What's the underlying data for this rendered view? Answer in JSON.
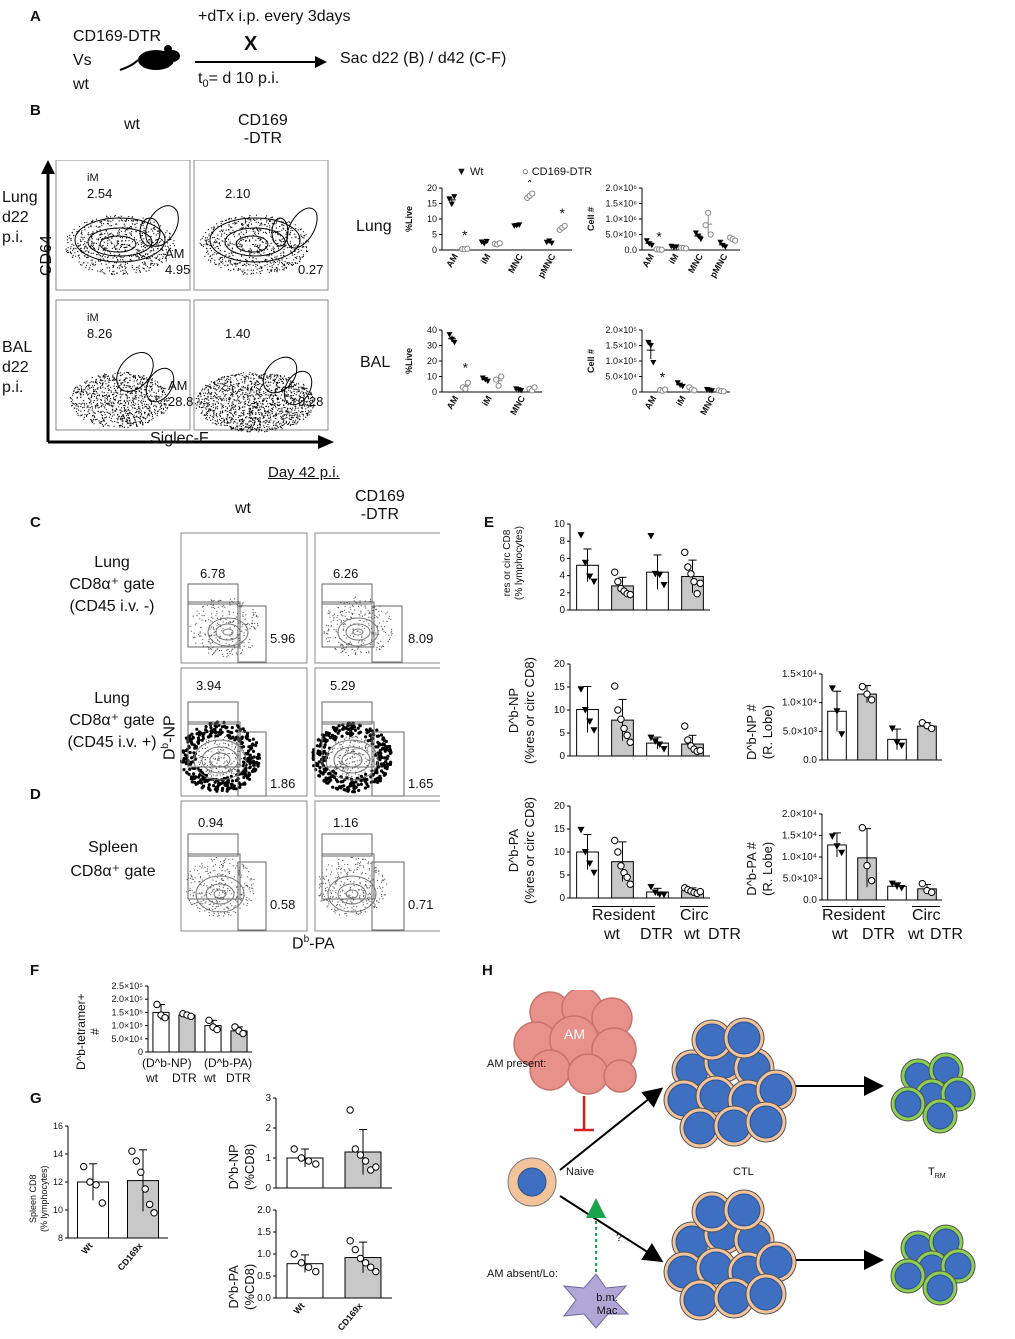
{
  "panels": {
    "A": {
      "letter": "A",
      "groups": [
        "CD169-DTR",
        "Vs",
        "wt"
      ],
      "treatment": "+dTx i.p. every 3days",
      "x_mark": "X",
      "t0_prefix": "t",
      "t0_sub": "0",
      "t0_rest": "= d 10 p.i.",
      "sac": "Sac d22 (B) / d42 (C-F)"
    },
    "B": {
      "letter": "B",
      "col_wt": "wt",
      "col_dtr_1": "CD169",
      "col_dtr_2": "-DTR",
      "row1": [
        "Lung",
        "d22",
        "p.i."
      ],
      "row2": [
        "BAL",
        "d22",
        "p.i."
      ],
      "y_axis": "CD64",
      "x_axis": "Siglec-F",
      "gate_iM": "iM",
      "gate_AM": "AM",
      "lung_wt_iM": "2.54",
      "lung_wt_AM": "4.95",
      "lung_dtr_iM": "2.10",
      "lung_dtr_AM": "0.27",
      "bal_wt_iM": "8.26",
      "bal_wt_AM": "28.8",
      "bal_dtr_iM": "1.40",
      "bal_dtr_AM": "0.28",
      "tissue_lung": "Lung",
      "tissue_bal": "BAL",
      "legend_wt": "Wt",
      "legend_dtr": "CD169-DTR",
      "ylabel_pct": "%Live",
      "ylabel_cell": "Cell #",
      "star": "*"
    },
    "C": {
      "letter": "C",
      "title": "Day 42 p.i.",
      "col_wt": "wt",
      "col_dtr_1": "CD169",
      "col_dtr_2": "-DTR",
      "row1": [
        "Lung",
        "CD8α⁺ gate",
        "(CD45 i.v. -)"
      ],
      "row2": [
        "Lung",
        "CD8α⁺ gate",
        "(CD45 i.v. +)"
      ],
      "y_axis_base": "D",
      "y_axis_sup": "b",
      "y_axis_rest": "-NP",
      "r1_wt_np": "6.78",
      "r1_wt_pa": "5.96",
      "r1_dtr_np": "6.26",
      "r1_dtr_pa": "8.09",
      "r2_wt_np": "3.94",
      "r2_wt_pa": "1.86",
      "r2_dtr_np": "5.29",
      "r2_dtr_pa": "1.65"
    },
    "D": {
      "letter": "D",
      "row": [
        "Spleen",
        "CD8α⁺ gate"
      ],
      "wt_np": "0.94",
      "wt_pa": "0.58",
      "dtr_np": "1.16",
      "dtr_pa": "0.71",
      "x_axis_base": "D",
      "x_axis_sup": "b",
      "x_axis_rest": "-PA"
    },
    "E": {
      "letter": "E",
      "top_ylabel_1": "res or circ CD8",
      "top_ylabel_2": "(% lymphocytes)",
      "np_ylabel_1": "D^b-NP",
      "np_ylabel_2": "(%res or circ CD8)",
      "pa_ylabel_1": "D^b-PA",
      "pa_ylabel_2": "(%res or circ CD8)",
      "npc_ylabel_1": "D^b-NP #",
      "npc_ylabel_2": "(R. Lobe)",
      "pac_ylabel_1": "D^b-PA #",
      "pac_ylabel_2": "(R. Lobe)",
      "grp_resident": "Resident",
      "grp_circ": "Circ",
      "lab_wt": "wt",
      "lab_dtr": "DTR"
    },
    "F": {
      "letter": "F",
      "ylabel_1": "D^b-tetramer+",
      "ylabel_2": "#",
      "grp_np": "(D^b-NP)",
      "grp_pa": "(D^b-PA)",
      "lab_wt": "wt",
      "lab_dtr": "DTR"
    },
    "G": {
      "letter": "G",
      "left_ylabel_1": "Spleen CD8",
      "left_ylabel_2": "(% lymphocytes)",
      "np_ylabel_1": "D^b-NP",
      "np_ylabel_2": "(%CD8)",
      "pa_ylabel_1": "D^b-PA",
      "pa_ylabel_2": "(%CD8)",
      "x_wt": "Wt",
      "x_ko": "CD169x"
    },
    "H": {
      "letter": "H",
      "am_present": "AM present:",
      "am_absent": "AM absent/Lo:",
      "am_cluster": "AM",
      "naive": "Naive",
      "ctl": "CTL",
      "trm_base": "T",
      "trm_sub": "RM",
      "bm_mac_1": "b.m.",
      "bm_mac_2": "Mac",
      "question": "?"
    }
  },
  "chart_data": [
    {
      "type": "scatter",
      "panel": "B-lung-pct",
      "ylabel": "%Live",
      "ylim": [
        0,
        20
      ],
      "yticks": [
        "0",
        "5",
        "10",
        "15",
        "20"
      ],
      "categories": [
        "AM",
        "iM",
        "MNC",
        "pMNC"
      ],
      "series": [
        {
          "name": "Wt",
          "values": [
            [
              16.5,
              14.8,
              17.2
            ],
            [
              2.6,
              2.1,
              2.8
            ],
            [
              7.8,
              7.9,
              8.1
            ],
            [
              2.5,
              2.9,
              2.2
            ]
          ]
        },
        {
          "name": "CD169-DTR",
          "values": [
            [
              0.3,
              0.25,
              0.4
            ],
            [
              2.0,
              1.8,
              2.2
            ],
            [
              16.8,
              17.5,
              18.2
            ],
            [
              6.5,
              7.2,
              7.8
            ]
          ]
        }
      ]
    },
    {
      "type": "scatter",
      "panel": "B-lung-cell",
      "ylabel": "Cell #",
      "ylim": [
        0,
        2000000
      ],
      "yticks": [
        "0.0",
        "5.0×10⁵",
        "1.0×10⁶",
        "1.5×10⁶",
        "2.0×10⁶"
      ],
      "categories": [
        "AM",
        "iM",
        "MNC",
        "pMNC"
      ],
      "series": [
        {
          "name": "Wt",
          "values": [
            [
              300000,
              200000,
              150000
            ],
            [
              120000,
              80000,
              100000
            ],
            [
              550000,
              450000,
              350000
            ],
            [
              250000,
              150000,
              100000
            ]
          ]
        },
        {
          "name": "CD169-DTR",
          "values": [
            [
              20000,
              15000,
              10000
            ],
            [
              70000,
              60000,
              50000
            ],
            [
              800000,
              1200000,
              500000
            ],
            [
              400000,
              350000,
              300000
            ]
          ]
        }
      ]
    },
    {
      "type": "scatter",
      "panel": "B-bal-pct",
      "ylabel": "%Live",
      "ylim": [
        0,
        40
      ],
      "yticks": [
        "0",
        "10",
        "20",
        "30",
        "40"
      ],
      "categories": [
        "AM",
        "iM",
        "MNC"
      ],
      "series": [
        {
          "name": "Wt",
          "values": [
            [
              37,
              34,
              32
            ],
            [
              9,
              8,
              7
            ],
            [
              2,
              1.5,
              1
            ]
          ]
        },
        {
          "name": "CD169-DTR",
          "values": [
            [
              3,
              2,
              6
            ],
            [
              8,
              4,
              10
            ],
            [
              2,
              1,
              3
            ]
          ]
        }
      ]
    },
    {
      "type": "scatter",
      "panel": "B-bal-cell",
      "ylabel": "Cell #",
      "ylim": [
        0,
        200000
      ],
      "yticks": [
        "0",
        "5.0×10⁴",
        "1.0×10⁵",
        "1.5×10⁵",
        "2.0×10⁵"
      ],
      "categories": [
        "AM",
        "iM",
        "MNC"
      ],
      "series": [
        {
          "name": "Wt",
          "values": [
            [
              160000,
              150000,
              95000
            ],
            [
              30000,
              22000,
              18000
            ],
            [
              8000,
              6000,
              4000
            ]
          ]
        },
        {
          "name": "CD169-DTR",
          "values": [
            [
              6000,
              4000,
              8000
            ],
            [
              15000,
              8000,
              5000
            ],
            [
              5000,
              3000,
              2000
            ]
          ]
        }
      ]
    },
    {
      "type": "bar",
      "panel": "E-top",
      "ylim": [
        0,
        10
      ],
      "yticks": [
        "0",
        "2",
        "4",
        "6",
        "8",
        "10"
      ],
      "categories": [
        "Resident wt",
        "Resident DTR",
        "Circ wt",
        "Circ DTR"
      ],
      "values": [
        5.2,
        2.8,
        4.4,
        3.9
      ],
      "errors": [
        1.9,
        1.0,
        2.0,
        1.9
      ],
      "points": [
        [
          8.7,
          5.5,
          3.9,
          3.3
        ],
        [
          4.4,
          3.3,
          2.5,
          2.2,
          1.9,
          1.8
        ],
        [
          8.6,
          4.2,
          4.1,
          2.9
        ],
        [
          6.7,
          5.0,
          4.2,
          3.3,
          1.9,
          3.1
        ]
      ]
    },
    {
      "type": "bar",
      "panel": "E-np-pct",
      "ylim": [
        0,
        20
      ],
      "yticks": [
        "0",
        "5",
        "10",
        "15",
        "20"
      ],
      "categories": [
        "Resident wt",
        "Resident DTR",
        "Circ wt",
        "Circ DTR"
      ],
      "values": [
        10.1,
        7.8,
        2.8,
        2.6
      ],
      "errors": [
        5.0,
        4.5,
        1.3,
        1.9
      ],
      "points": [
        [
          14.5,
          10.0,
          7.5,
          5.6
        ],
        [
          15.2,
          10.0,
          8.0,
          6.0,
          4.5,
          3.0
        ],
        [
          4.0,
          3.2,
          2.5,
          1.5
        ],
        [
          6.5,
          3.5,
          2.2,
          1.5,
          1.0,
          1.2
        ]
      ]
    },
    {
      "type": "bar",
      "panel": "E-np-cell",
      "ylim": [
        0,
        15000
      ],
      "yticks": [
        "0.0",
        "5.0×10³",
        "1.0×10⁴",
        "1.5×10⁴"
      ],
      "categories": [
        "Resident wt",
        "Resident DTR",
        "Circ wt",
        "Circ DTR"
      ],
      "values": [
        8500,
        11500,
        3600,
        5900
      ],
      "errors": [
        3500,
        1500,
        1800,
        600
      ],
      "points": [
        [
          12500,
          8500,
          4500
        ],
        [
          12800,
          11500,
          10500
        ],
        [
          5500,
          3000,
          2500
        ],
        [
          6500,
          6000,
          5500
        ]
      ]
    },
    {
      "type": "bar",
      "panel": "E-pa-pct",
      "ylim": [
        0,
        20
      ],
      "yticks": [
        "0",
        "5",
        "10",
        "15",
        "20"
      ],
      "categories": [
        "Resident wt",
        "Resident DTR",
        "Circ wt",
        "Circ DTR"
      ],
      "values": [
        10.0,
        7.9,
        1.3,
        1.6
      ],
      "errors": [
        3.8,
        4.3,
        0.8,
        0.6
      ],
      "points": [
        [
          14.8,
          10.0,
          7.5,
          5.5
        ],
        [
          12.5,
          10.0,
          7.0,
          5.5,
          4.5,
          3.0
        ],
        [
          2.4,
          1.2,
          0.8,
          0.7
        ],
        [
          2.2,
          1.8,
          1.5,
          1.2,
          1.0,
          1.4
        ]
      ]
    },
    {
      "type": "bar",
      "panel": "E-pa-cell",
      "ylim": [
        0,
        20000
      ],
      "yticks": [
        "0.0",
        "5.0×10³",
        "1.0×10⁴",
        "1.5×10⁴",
        "2.0×10⁴"
      ],
      "categories": [
        "Resident wt",
        "Resident DTR",
        "Circ wt",
        "Circ DTR"
      ],
      "values": [
        12800,
        9800,
        3200,
        2600
      ],
      "errors": [
        2800,
        6800,
        800,
        1000
      ],
      "points": [
        [
          14800,
          12500,
          11000
        ],
        [
          16800,
          8000,
          4500
        ],
        [
          3800,
          3200,
          2800
        ],
        [
          3800,
          2200,
          1800
        ]
      ]
    },
    {
      "type": "bar",
      "panel": "F",
      "ylim": [
        0,
        250000
      ],
      "yticks": [
        "0",
        "5.0×10⁴",
        "1.0×10⁵",
        "1.5×10⁵",
        "2.0×10⁵",
        "2.5×10⁵"
      ],
      "categories": [
        "NP wt",
        "NP DTR",
        "PA wt",
        "PA DTR"
      ],
      "values": [
        150000,
        140000,
        100000,
        80000
      ],
      "errors": [
        30000,
        5000,
        20000,
        15000
      ],
      "points": [
        [
          180000,
          140000,
          130000
        ],
        [
          145000,
          140000,
          135000
        ],
        [
          120000,
          95000,
          85000
        ],
        [
          95000,
          80000,
          70000
        ]
      ]
    },
    {
      "type": "bar",
      "panel": "G-left",
      "ylim": [
        8,
        16
      ],
      "yticks": [
        "8",
        "10",
        "12",
        "14",
        "16"
      ],
      "categories": [
        "Wt",
        "CD169x"
      ],
      "values": [
        12.0,
        12.1
      ],
      "errors": [
        1.3,
        2.2
      ],
      "points": [
        [
          13.1,
          12.0,
          11.8,
          10.5
        ],
        [
          14.2,
          13.5,
          12.7,
          11.5,
          10.4,
          9.8
        ]
      ]
    },
    {
      "type": "bar",
      "panel": "G-np",
      "ylim": [
        0,
        3
      ],
      "yticks": [
        "0",
        "1",
        "2",
        "3"
      ],
      "categories": [
        "Wt",
        "CD169x"
      ],
      "values": [
        1.0,
        1.2
      ],
      "errors": [
        0.3,
        0.75
      ],
      "points": [
        [
          1.3,
          1.0,
          0.9,
          0.8
        ],
        [
          2.6,
          1.3,
          1.1,
          0.9,
          0.6,
          0.7
        ]
      ]
    },
    {
      "type": "bar",
      "panel": "G-pa",
      "ylim": [
        0,
        2.0
      ],
      "yticks": [
        "0.0",
        "0.5",
        "1.0",
        "1.5",
        "2.0"
      ],
      "categories": [
        "Wt",
        "CD169x"
      ],
      "values": [
        0.78,
        0.92
      ],
      "errors": [
        0.2,
        0.35
      ],
      "points": [
        [
          1.0,
          0.8,
          0.7,
          0.6
        ],
        [
          1.3,
          1.1,
          0.9,
          0.8,
          0.7,
          0.6
        ]
      ]
    }
  ]
}
